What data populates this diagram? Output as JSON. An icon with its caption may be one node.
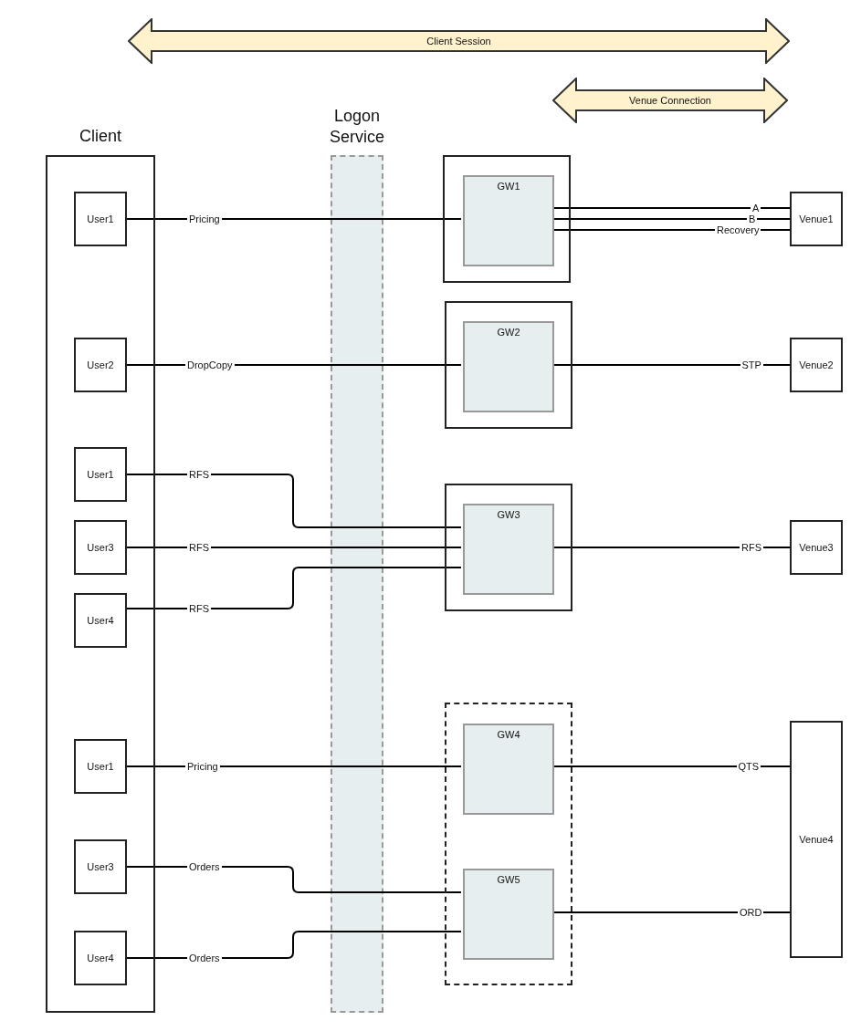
{
  "diagram": {
    "nodes": [
      {
        "text": [
          "Client Session"
        ]
      },
      {
        "text": [
          "Venue Connection"
        ]
      },
      {
        "text": [
          "Client"
        ]
      },
      {
        "text": [
          "User1"
        ],
        "in": 2
      },
      {
        "text": [
          "User2"
        ],
        "in": 2
      },
      {
        "text": [
          "User1"
        ],
        "in": 2
      },
      {
        "text": [
          "User3"
        ],
        "in": 2
      },
      {
        "text": [
          "User4"
        ],
        "in": 2
      },
      {
        "text": [
          "User1"
        ],
        "in": 2
      },
      {
        "text": [
          "User3"
        ],
        "in": 2
      },
      {
        "text": [
          "User4"
        ],
        "in": 2
      },
      {
        "text": [],
        "shape": "box"
      },
      {
        "text": [
          "GW1"
        ],
        "in": 11
      },
      {
        "text": [],
        "shape": "box"
      },
      {
        "text": [
          "GW2"
        ],
        "in": 13
      },
      {
        "text": [],
        "shape": "box"
      },
      {
        "text": [
          "GW3"
        ],
        "in": 15
      },
      {
        "text": [],
        "shape": "box"
      },
      {
        "text": [
          "GW4"
        ],
        "in": 17
      },
      {
        "text": [
          "GW5"
        ],
        "in": 17
      },
      {
        "text": [
          "Venue1"
        ]
      },
      {
        "text": [
          "Venue2"
        ]
      },
      {
        "text": [
          "Venue3"
        ]
      },
      {
        "text": [
          "Venue4"
        ]
      }
    ],
    "edges": [
      {
        "from": 3,
        "to": 12,
        "arrow": "none",
        "label": "Pricing"
      },
      {
        "from": 12,
        "to": 20,
        "arrow": "none",
        "label": "A"
      },
      {
        "from": 12,
        "to": 20,
        "arrow": "none",
        "label": "B"
      },
      {
        "from": 12,
        "to": 20,
        "arrow": "none",
        "label": "Recovery"
      },
      {
        "from": 4,
        "to": 14,
        "arrow": "none",
        "label": "DropCopy"
      },
      {
        "from": 14,
        "to": 21,
        "arrow": "none",
        "label": "STP"
      },
      {
        "from": 5,
        "to": 16,
        "arrow": "none",
        "label": "RFS"
      },
      {
        "from": 6,
        "to": 16,
        "arrow": "none",
        "label": "RFS"
      },
      {
        "from": 7,
        "to": 16,
        "arrow": "none",
        "label": "RFS"
      },
      {
        "from": 16,
        "to": 22,
        "arrow": "none",
        "label": "RFS"
      },
      {
        "from": 8,
        "to": 18,
        "arrow": "none",
        "label": "Pricing"
      },
      {
        "from": 18,
        "to": 23,
        "arrow": "none",
        "label": "QTS"
      },
      {
        "from": 9,
        "to": 19,
        "arrow": "none",
        "label": "Orders"
      },
      {
        "from": 10,
        "to": 19,
        "arrow": "none",
        "label": "Orders"
      },
      {
        "from": 19,
        "to": 23,
        "arrow": "none",
        "label": "ORD"
      }
    ],
    "labels": [
      "Logon Service"
    ]
  }
}
